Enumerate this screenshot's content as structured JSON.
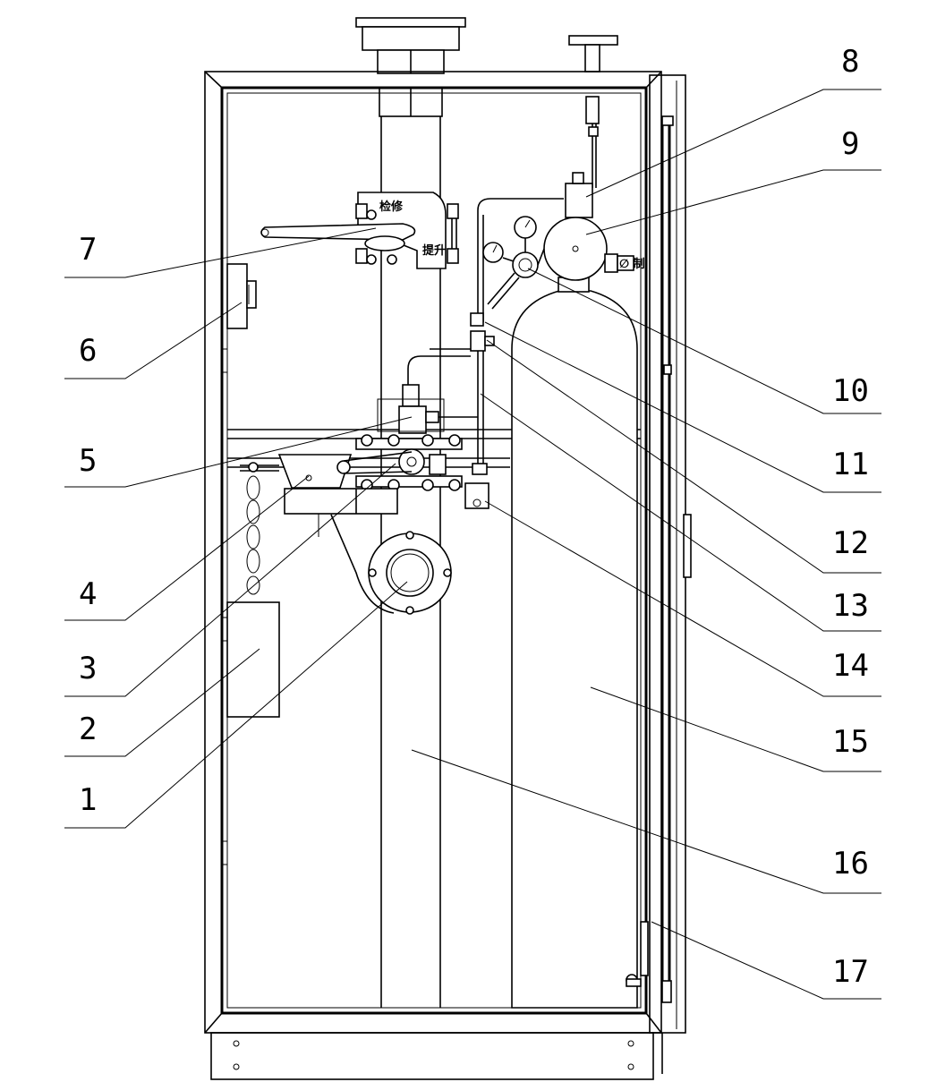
{
  "callouts": [
    {
      "number": "1",
      "side": "left"
    },
    {
      "number": "2",
      "side": "left"
    },
    {
      "number": "3",
      "side": "left"
    },
    {
      "number": "4",
      "side": "left"
    },
    {
      "number": "5",
      "side": "left"
    },
    {
      "number": "6",
      "side": "left"
    },
    {
      "number": "7",
      "side": "left"
    },
    {
      "number": "8",
      "side": "right"
    },
    {
      "number": "9",
      "side": "right"
    },
    {
      "number": "10",
      "side": "right"
    },
    {
      "number": "11",
      "side": "right"
    },
    {
      "number": "12",
      "side": "right"
    },
    {
      "number": "13",
      "side": "right"
    },
    {
      "number": "14",
      "side": "right"
    },
    {
      "number": "15",
      "side": "right"
    },
    {
      "number": "16",
      "side": "right"
    },
    {
      "number": "17",
      "side": "right"
    }
  ],
  "lever_text": {
    "top": "检修",
    "bottom": "提升"
  },
  "gauge_text": "∅ 制"
}
